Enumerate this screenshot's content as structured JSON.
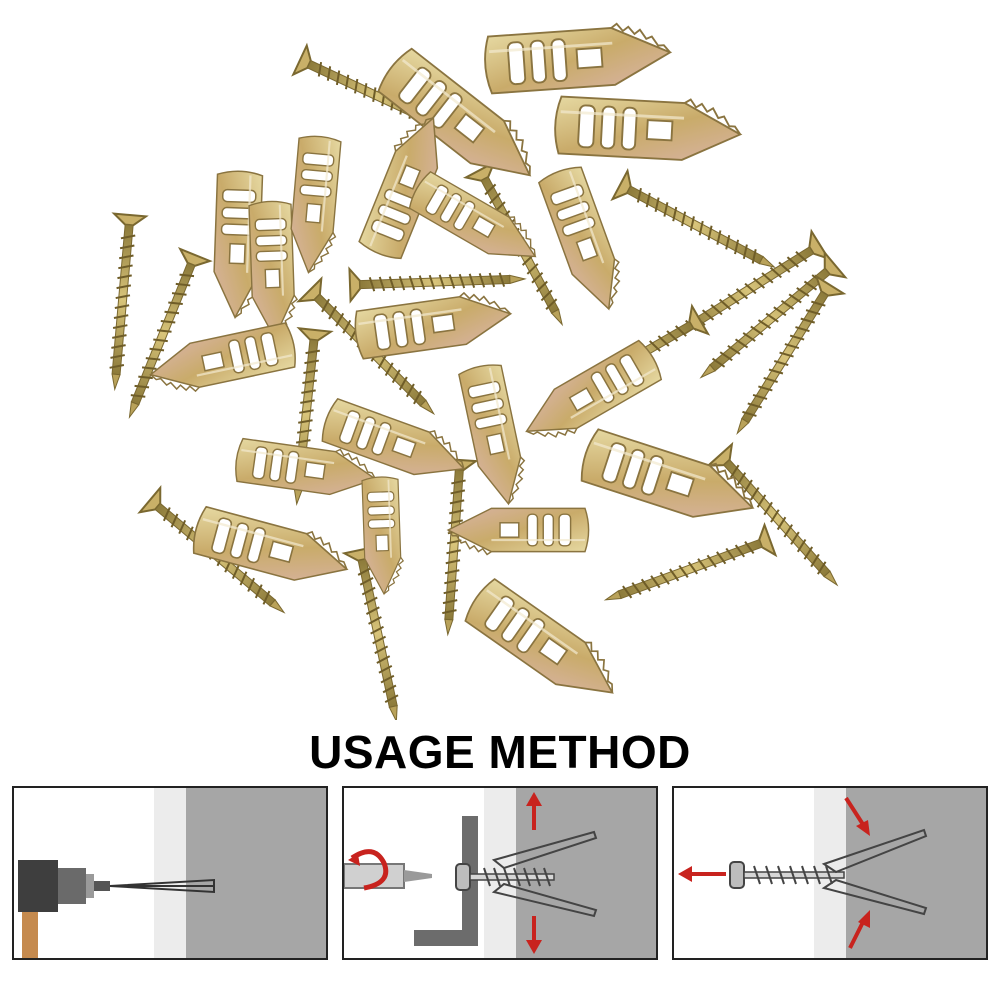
{
  "heading": "USAGE METHOD",
  "colors": {
    "metal_light": "#d9c98c",
    "metal_mid": "#b59a4e",
    "metal_pink": "#d4b0a0",
    "wall_grey": "#a6a6a6",
    "board_white": "#ececec",
    "arrow_red": "#c8231e"
  },
  "panels": [
    {
      "name": "step-hammer-in"
    },
    {
      "name": "step-screw-in"
    },
    {
      "name": "step-anchor-expanded"
    }
  ]
}
